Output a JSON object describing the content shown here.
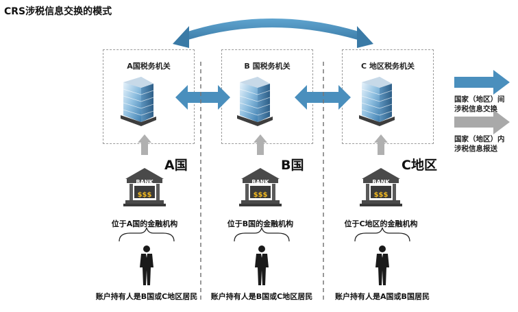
{
  "title": "CRS涉税信息交换的模式",
  "authorities": [
    {
      "label": "A国税务机关",
      "country": "A国",
      "bank_label": "位于A国的金融机构",
      "holder_label": "账户持有人是B国或C地区居民"
    },
    {
      "label": "B 国税务机关",
      "country": "B国",
      "bank_label": "位于B国的金融机构",
      "holder_label": "账户持有人是B国或C地区居民"
    },
    {
      "label": "C 地区税务机关",
      "country": "C地区",
      "bank_label": "位于C地区的金融机构",
      "holder_label": "账户持有人是A国或B国居民"
    }
  ],
  "bank_sign": "BANK",
  "bank_money": "$$$",
  "legend": [
    {
      "line1": "国家（地区）间",
      "line2": "涉税信息交换",
      "color": "#4a8fbd"
    },
    {
      "line1": "国家（地区）内",
      "line2": "涉税信息报送",
      "color": "#a9a9a9"
    }
  ],
  "colors": {
    "exchange_arrow": "#4a8fbd",
    "report_arrow": "#b0b0b0"
  }
}
